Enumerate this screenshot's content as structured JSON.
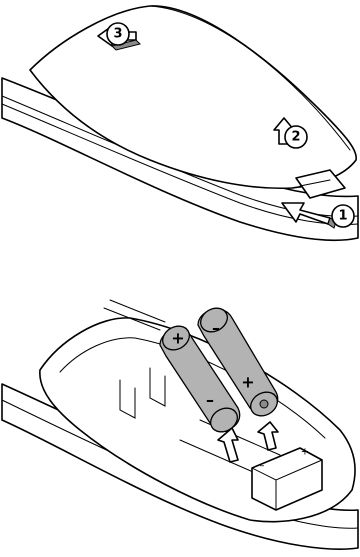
{
  "callouts": {
    "step1": "1",
    "step2": "2",
    "step3": "3"
  },
  "battery_signs": {
    "plus": "+",
    "minus": "–"
  },
  "compartment_polarity": {
    "plus": "+",
    "minus": "–"
  }
}
